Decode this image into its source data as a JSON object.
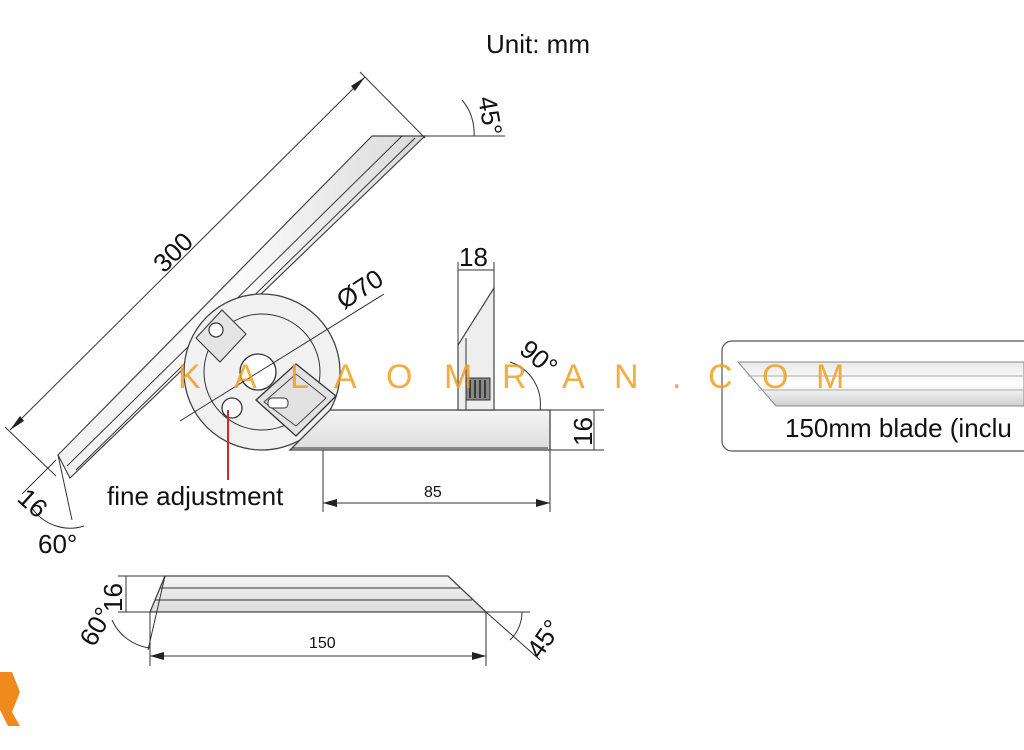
{
  "unit_label": "Unit: mm",
  "dims": {
    "blade_length": "300",
    "dial_diameter": "Ø70",
    "angle_top": "45°",
    "stock_width": "18",
    "angle_right": "90°",
    "stock_height": "16",
    "base_length": "85",
    "blade_width_left": "16",
    "angle_left": "60°",
    "bottom_height": "16",
    "bottom_length": "150",
    "bottom_angle_left": "60°",
    "bottom_angle_right": "45°"
  },
  "fine_adjustment_label": "fine adjustment",
  "blade_caption": "150mm blade (inclu",
  "watermark": [
    "K",
    "A",
    "L",
    "A",
    "O",
    "M",
    "R",
    "A",
    "N",
    ".",
    "C",
    "O",
    "M"
  ],
  "colors": {
    "watermark": "#f0a020",
    "logo": "#f08a1e",
    "fine_adjustment_line": "#d7262b"
  }
}
